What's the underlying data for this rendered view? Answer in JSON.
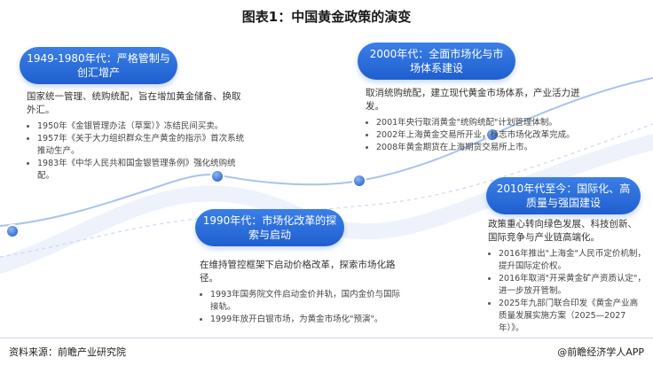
{
  "title": "图表1：中国黄金政策的演变",
  "colors": {
    "accent": "#2a6ad9",
    "node": "#4a86e8",
    "line": "#a9c3ea"
  },
  "periods": [
    {
      "label": "1949-1980年代：严格管制与创汇增产",
      "intro": "国家统一管理、统购统配，旨在增加黄金储备、换取外汇。",
      "items": [
        "1950年《金银管理办法（草案）》冻结民间买卖。",
        "1957年《关于大力组织群众生产黄金的指示》首次系统推动生产。",
        "1983年《中华人民共和国金银管理条例》强化统购统配。"
      ]
    },
    {
      "label": "1990年代：市场化改革的探索与启动",
      "intro": "在维持管控框架下启动价格改革，探索市场化路径。",
      "items": [
        "1993年国务院文件启动金价并轨，国内金价与国际接轨。",
        "1999年放开白银市场，为黄金市场化\"预演\"。"
      ]
    },
    {
      "label": "2000年代：全面市场化与市场体系建设",
      "intro": "取消统购统配，建立现代黄金市场体系，产业活力迸发。",
      "items": [
        "2001年央行取消黄金\"统购统配\"计划管理体制。",
        "2002年上海黄金交易所开业，标志市场化改革完成。",
        "2008年黄金期货在上海期货交易所上市。"
      ]
    },
    {
      "label": "2010年代至今：国际化、高质量与强国建设",
      "intro": "政策重心转向绿色发展、科技创新、国际竞争与产业链高端化。",
      "items": [
        "2016年推出\"上海金\"人民币定价机制，提升国际定价权。",
        "2016年取消\"开采黄金矿产资质认定\"，进一步放开管制。",
        "2025年九部门联合印发《黄金产业高质量发展实施方案（2025—2027年）》。"
      ]
    }
  ],
  "footer": {
    "source": "资料来源：前瞻产业研究院",
    "brand": "@前瞻经济学人APP"
  }
}
